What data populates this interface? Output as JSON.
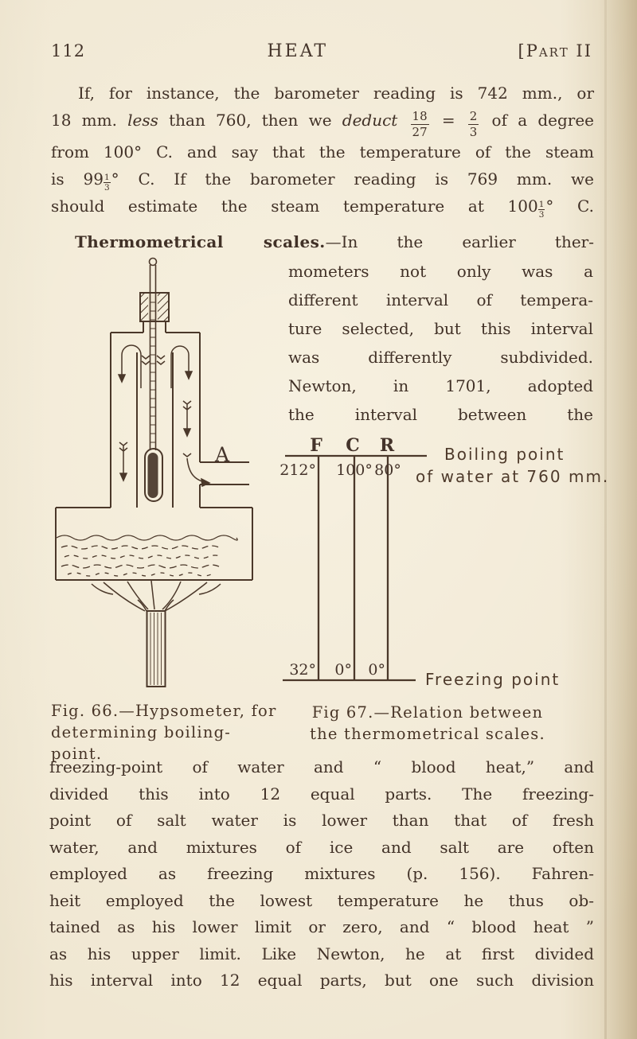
{
  "colors": {
    "ink": "#4b382a",
    "paper": "#efe6d1",
    "page_edge": "#c6b492"
  },
  "page": {
    "number": "112",
    "running_title": "HEAT",
    "part_label": "[Part II"
  },
  "paragraph1": {
    "lines": [
      "If, for instance, the barometer reading is 742 mm., or",
      "18 mm. _less_ than 760, then we _deduct_ [18/27] = [2/3] of a degree",
      "from 100° C. and say that the temperature of the steam",
      "is 99[1/3:s]° C.  If the barometer reading is 769 mm. we",
      "should estimate the steam temperature at 100[1/3:s]° C."
    ]
  },
  "heading_paragraph": {
    "bold": "Thermometrical scales.",
    "rest": "—In the earlier ther-",
    "column_lines": [
      "mometers not only was a",
      "different interval of tempera-",
      "ture selected, but this interval",
      "was differently subdivided.",
      "Newton, in 1701, adopted",
      "the interval between the"
    ]
  },
  "paragraph3": {
    "lines": [
      "freezing-point of water and “ blood heat,” and",
      "divided this into 12 equal parts.  The freezing-",
      "point of salt water is lower than that of fresh",
      "water, and mixtures of ice and salt are often",
      "employed as freezing mixtures (p. 156).  Fahren-",
      "heit employed the lowest temperature he thus ob-",
      "tained as his lower limit or zero, and “ blood heat ”",
      "as his upper limit.  Like Newton, he at first divided",
      "his interval into 12 equal parts, but one such division"
    ]
  },
  "fig66": {
    "caption_line1": "Fig. 66.—Hypsometer, for",
    "caption_line2": "determining boiling-point.",
    "label_a": "A"
  },
  "fig67": {
    "caption_line1": "Fig 67.—Relation between",
    "caption_line2": "the thermometrical scales.",
    "scale_letters": [
      "F",
      "C",
      "R"
    ],
    "boiling_values": [
      "212°",
      "100°",
      "80°"
    ],
    "freezing_values": [
      "32°",
      "0°",
      "0°"
    ],
    "boiling_label_line1": "Boiling point",
    "boiling_label_line2": "of water at 760 mm.",
    "freezing_label": "Freezing point"
  }
}
